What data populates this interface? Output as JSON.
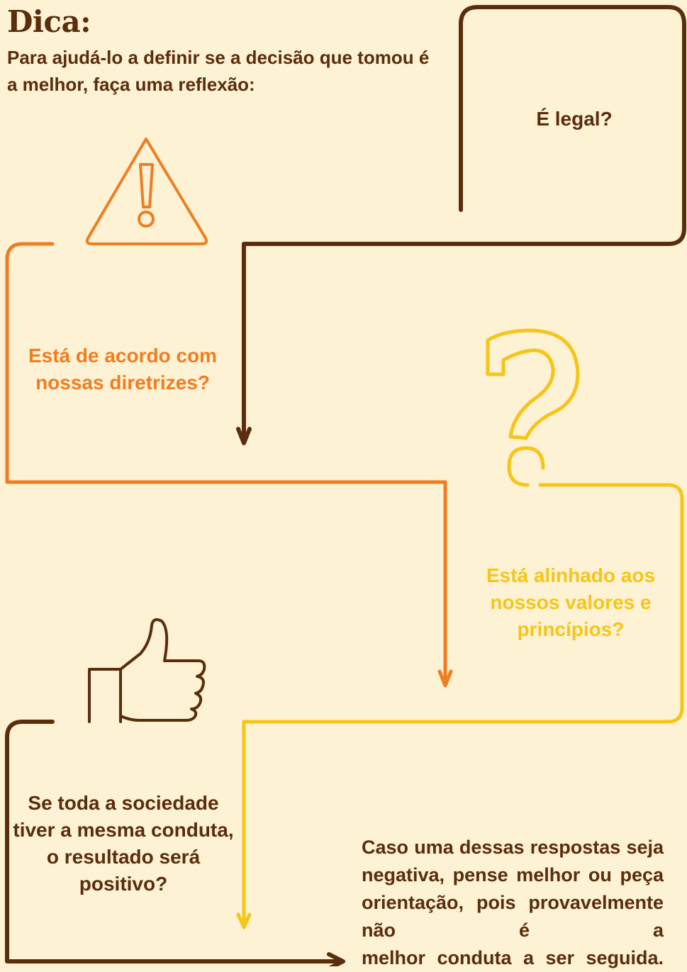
{
  "header": {
    "title": "Dica:",
    "intro": "Para ajudá-lo a definir se a decisão que tomou é a melhor, faça uma reflexão:"
  },
  "questions": [
    {
      "text": "É legal?",
      "icon": "document-frame-icon",
      "color": "#5a2d0c"
    },
    {
      "text": "Está de acordo com nossas diretrizes?",
      "icon": "warning-triangle-icon",
      "color": "#f07d22"
    },
    {
      "text": "Está alinhado aos nossos valores e princípios?",
      "icon": "question-mark-icon",
      "color": "#f6c518"
    },
    {
      "text": "Se toda a sociedade tiver a mesma conduta, o resultado será positivo?",
      "icon": "thumbs-up-icon",
      "color": "#5a2d0c"
    }
  ],
  "conclusion": {
    "text_main": "Caso uma dessas respostas seja negativa, pense melhor ou peça orientação, pois provavelmente não é a",
    "text_last": "melhor conduta a ser seguida."
  },
  "colors": {
    "background": "#fdf2d4",
    "brown": "#5a2d0c",
    "orange": "#f07d22",
    "yellow": "#f6c518"
  }
}
